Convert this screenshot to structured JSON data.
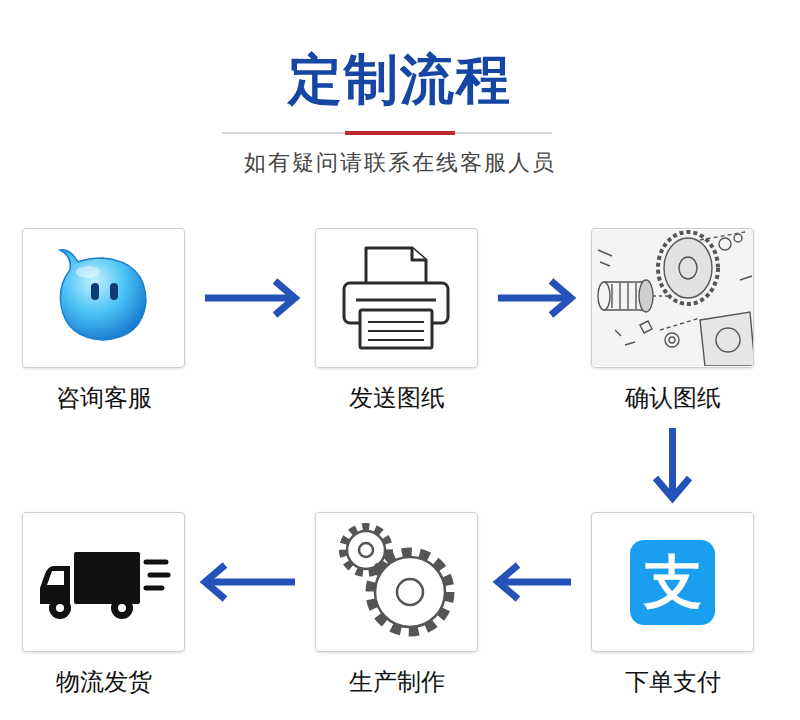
{
  "diagram": {
    "title": "定制流程",
    "nodes": [
      {
        "text": [
          "咨询客服"
        ]
      },
      {
        "text": [
          "发送图纸"
        ]
      },
      {
        "text": [
          "确认图纸"
        ]
      },
      {
        "text": [
          "下单支付"
        ]
      },
      {
        "text": [
          "生产制作"
        ]
      },
      {
        "text": [
          "物流发货"
        ]
      }
    ],
    "edges": [
      {
        "from": 0,
        "to": 1,
        "arrow": "to"
      },
      {
        "from": 1,
        "to": 2,
        "arrow": "to"
      },
      {
        "from": 2,
        "to": 3,
        "arrow": "to"
      },
      {
        "from": 3,
        "to": 4,
        "arrow": "to"
      },
      {
        "from": 4,
        "to": 5,
        "arrow": "to"
      }
    ],
    "labels": [
      "如有疑问请联系在线客服人员",
      "支"
    ]
  }
}
